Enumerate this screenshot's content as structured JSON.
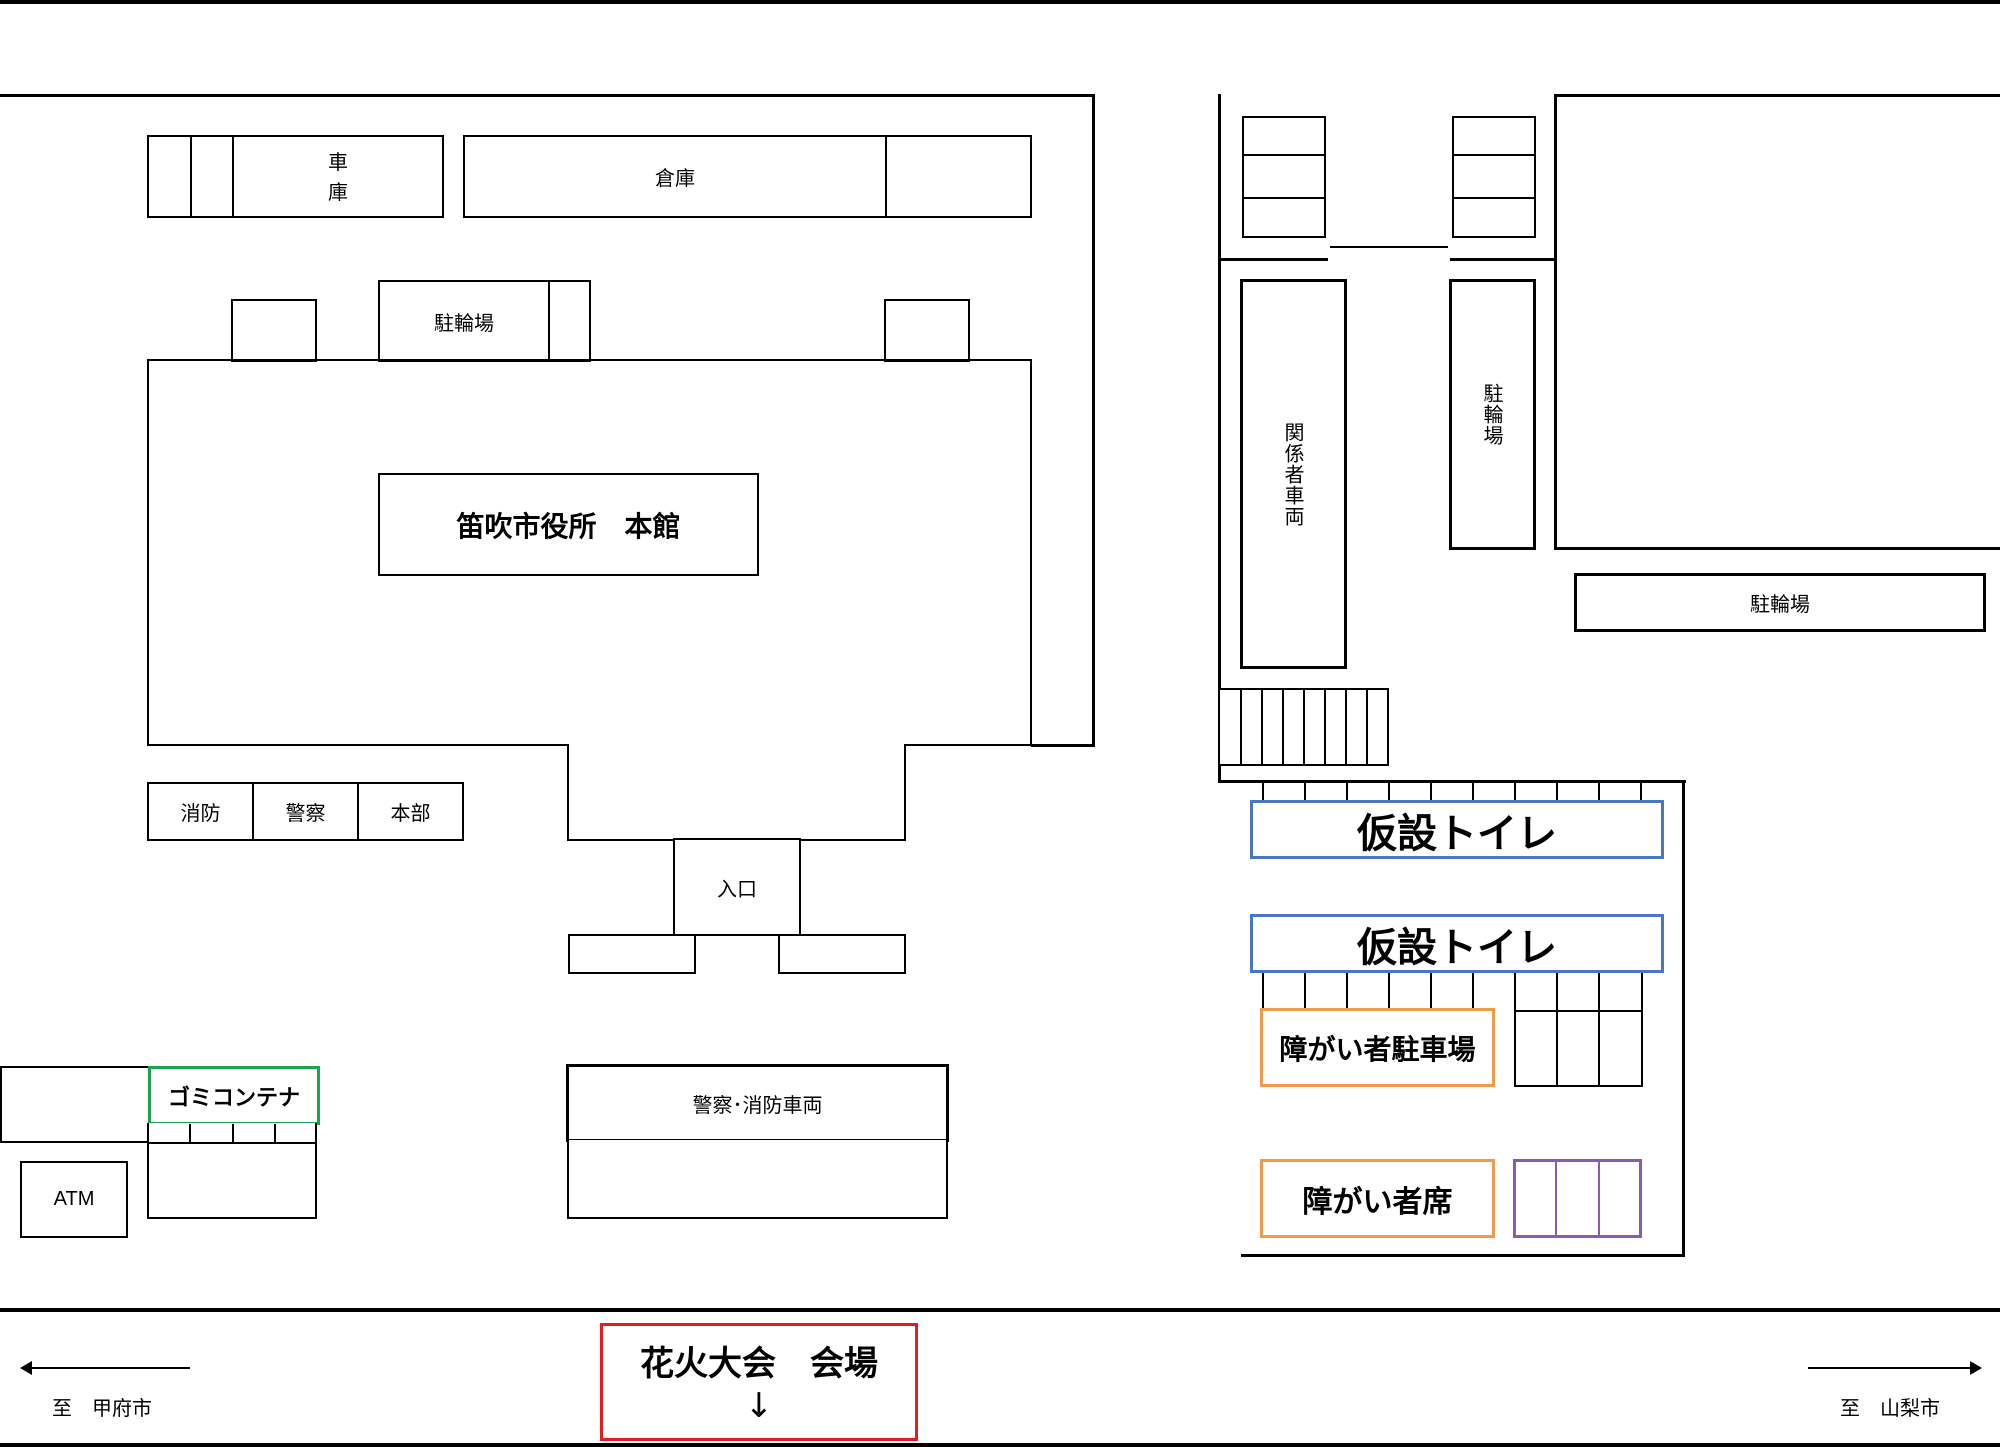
{
  "labels": {
    "garage": [
      "車",
      "庫"
    ],
    "warehouse": "倉庫",
    "bicycle_parking": "駐輪場",
    "city_hall": "笛吹市役所　本館",
    "fire": "消防",
    "police": "警察",
    "headquarters": "本部",
    "entrance": "入口",
    "garbage_container": "ゴミコンテナ",
    "atm": "ATM",
    "police_fire_vehicles": "警察･消防車両",
    "staff_vehicles": "関係者車両",
    "bicycle_parking_vertical": "駐輪場",
    "bicycle_parking_right": "駐輪場",
    "temp_toilet_1": "仮設トイレ",
    "temp_toilet_2": "仮設トイレ",
    "disabled_parking": "障がい者駐車場",
    "disabled_seats": "障がい者席",
    "fireworks_venue": "花火大会　会場",
    "venue_arrow": "↓",
    "to_kofu": "至　甲府市",
    "to_yamanashi": "至　山梨市"
  },
  "colors": {
    "toilet": "#4a78c0",
    "disabled": "#f19a4a",
    "garbage": "#1aa54a",
    "venue": "#e02020",
    "seats_extra": "#8a5cb0"
  }
}
